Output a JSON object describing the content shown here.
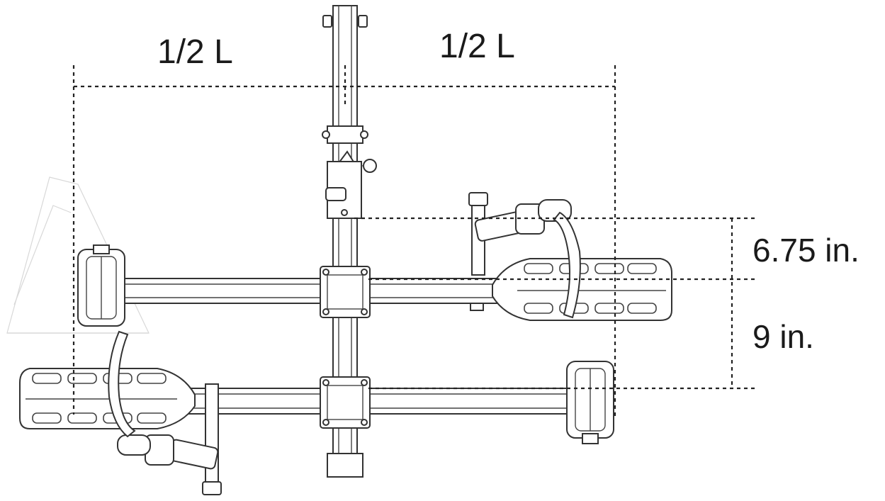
{
  "labels": {
    "left_half": "1/2 L",
    "right_half": "1/2 L",
    "upper_spacing": "6.75 in.",
    "lower_spacing": "9 in."
  },
  "colors": {
    "line": "#222222",
    "background": "#ffffff"
  }
}
